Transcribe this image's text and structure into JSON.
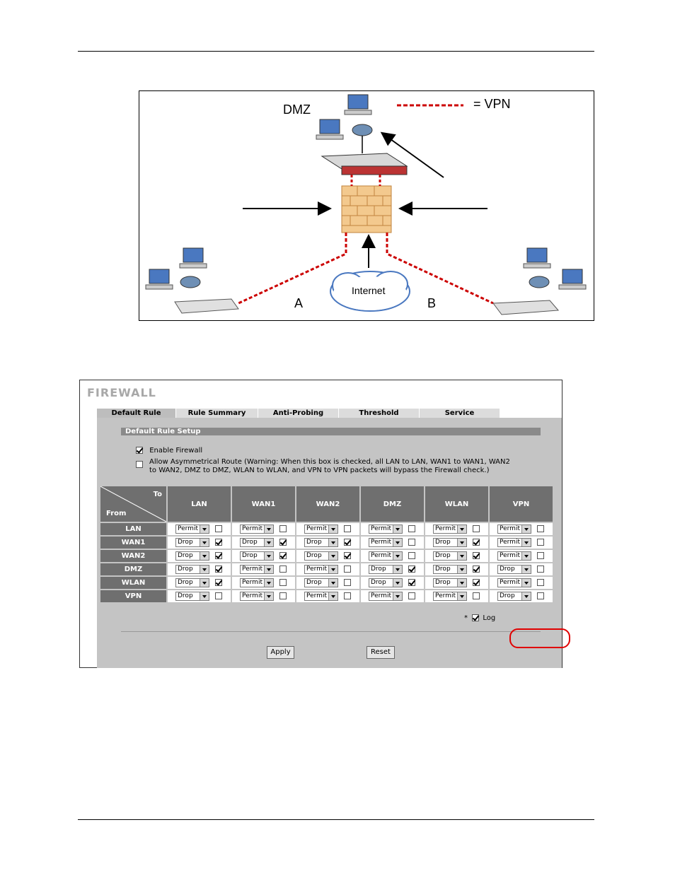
{
  "diagram": {
    "dmz_label": "DMZ",
    "legend_label": "= VPN",
    "internet_label": "Internet",
    "label_a": "A",
    "label_b": "B",
    "colors": {
      "vpn_line": "#cc0000",
      "firewall": "#f0c890"
    }
  },
  "firewall": {
    "title": "FIREWALL",
    "tabs": [
      "Default Rule",
      "Rule Summary",
      "Anti-Probing",
      "Threshold",
      "Service"
    ],
    "section_title": "Default Rule Setup",
    "enable_firewall": {
      "label": "Enable Firewall",
      "checked": true
    },
    "asymmetrical": {
      "line1": "Allow Asymmetrical Route (Warning: When this box is checked, all LAN to LAN, WAN1 to WAN1, WAN2",
      "line2": "to WAN2, DMZ to DMZ, WLAN to WLAN, and VPN to VPN packets will bypass the Firewall check.)",
      "checked": false
    },
    "corner_to": "To",
    "corner_from": "From",
    "columns": [
      "LAN",
      "WAN1",
      "WAN2",
      "DMZ",
      "WLAN",
      "VPN"
    ],
    "rows": [
      {
        "from": "LAN",
        "cells": [
          [
            "Permit",
            false
          ],
          [
            "Permit",
            false
          ],
          [
            "Permit",
            false
          ],
          [
            "Permit",
            false
          ],
          [
            "Permit",
            false
          ],
          [
            "Permit",
            false
          ]
        ]
      },
      {
        "from": "WAN1",
        "cells": [
          [
            "Drop",
            true
          ],
          [
            "Drop",
            true
          ],
          [
            "Drop",
            true
          ],
          [
            "Permit",
            false
          ],
          [
            "Drop",
            true
          ],
          [
            "Permit",
            false
          ]
        ]
      },
      {
        "from": "WAN2",
        "cells": [
          [
            "Drop",
            true
          ],
          [
            "Drop",
            true
          ],
          [
            "Drop",
            true
          ],
          [
            "Permit",
            false
          ],
          [
            "Drop",
            true
          ],
          [
            "Permit",
            false
          ]
        ]
      },
      {
        "from": "DMZ",
        "cells": [
          [
            "Drop",
            true
          ],
          [
            "Permit",
            false
          ],
          [
            "Permit",
            false
          ],
          [
            "Drop",
            true
          ],
          [
            "Drop",
            true
          ],
          [
            "Drop",
            false
          ]
        ]
      },
      {
        "from": "WLAN",
        "cells": [
          [
            "Drop",
            true
          ],
          [
            "Permit",
            false
          ],
          [
            "Drop",
            false
          ],
          [
            "Drop",
            true
          ],
          [
            "Drop",
            true
          ],
          [
            "Permit",
            false
          ]
        ]
      },
      {
        "from": "VPN",
        "cells": [
          [
            "Drop",
            false
          ],
          [
            "Permit",
            false
          ],
          [
            "Permit",
            false
          ],
          [
            "Permit",
            false
          ],
          [
            "Permit",
            false
          ],
          [
            "Drop",
            false
          ]
        ]
      }
    ],
    "log_prefix": "*",
    "log_label": "Log",
    "log_checked": true,
    "apply_label": "Apply",
    "reset_label": "Reset",
    "highlight_color": "#e00000"
  }
}
